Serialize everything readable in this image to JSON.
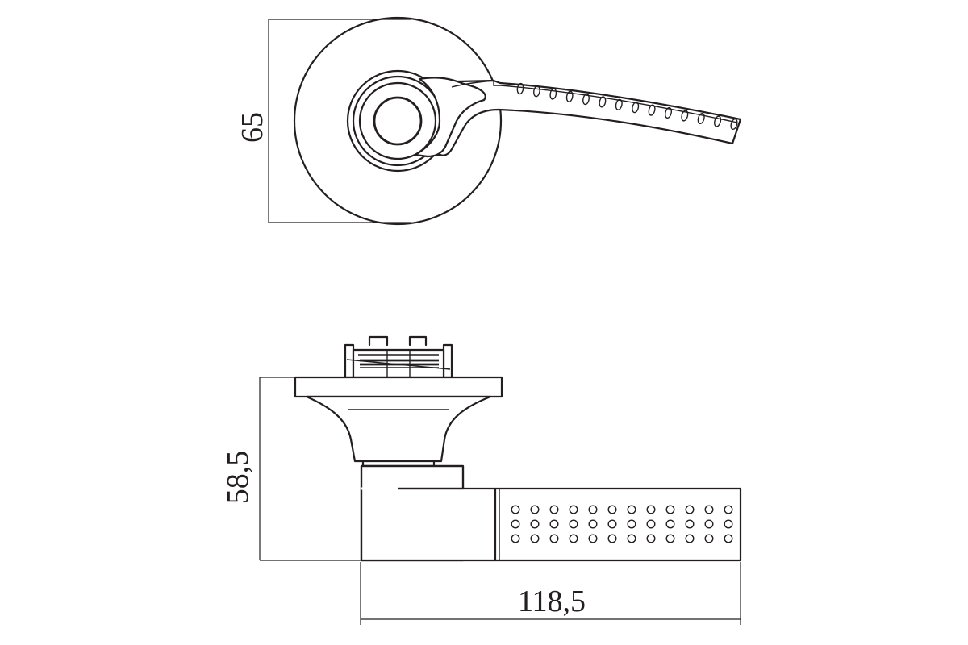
{
  "top_view": {
    "dimension_height": "65"
  },
  "side_view": {
    "dimension_height": "58,5",
    "dimension_length": "118,5",
    "grip_dot_rows": 3,
    "grip_dot_columns": 12
  },
  "colors": {
    "line": "#231f20",
    "background": "#ffffff"
  }
}
